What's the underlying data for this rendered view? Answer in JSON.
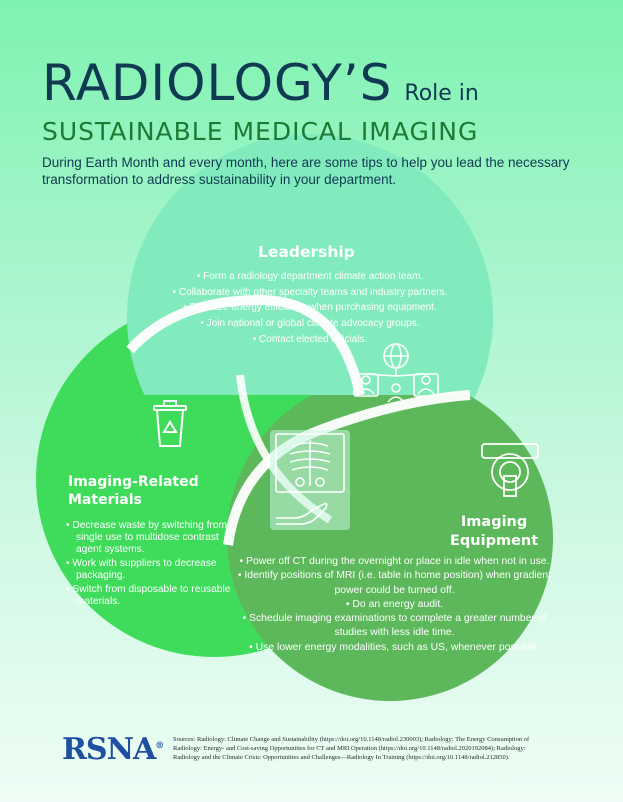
{
  "header": {
    "title_main": "RADIOLOGY’S",
    "title_small": "Role in",
    "subtitle": "SUSTAINABLE MEDICAL IMAGING",
    "intro": "During Earth Month and every month, here are some tips to help you lead the necessary transformation to address sustainability in your department."
  },
  "leadership": {
    "heading": "Leadership",
    "items": [
      "• Form a radiology department climate action team.",
      "• Collaborate with other specialty teams and industry partners.",
      "• Prioritize energy efficiency when purchasing equipment.",
      "• Join national or global climate advocacy groups.",
      "• Contact elected officials."
    ],
    "icon": "people-network-globe-icon"
  },
  "materials": {
    "heading_line1": "Imaging-Related",
    "heading_line2": "Materials",
    "items": [
      "• Decrease waste by switching from single use to multidose contrast agent systems.",
      "• Work with suppliers to decrease packaging.",
      "• Switch from disposable to reusable materials."
    ],
    "icon": "recycle-bin-icon"
  },
  "equipment": {
    "heading_line1": "Imaging",
    "heading_line2": "Equipment",
    "items": [
      "• Power off CT during the overnight or place in idle when not in use.",
      "• Identify positions of MRI (i.e. table in home position) when gradient power could be turned off.",
      "• Do an energy audit.",
      "• Schedule imaging examinations to complete a greater number of studies with less idle time.",
      "• Use lower energy modalities, such as US, whenever possible."
    ],
    "icon": "mri-scanner-icon"
  },
  "center_icon": "xray-hand-icon",
  "colors": {
    "leadership": "#7ee8b8",
    "materials": "#3fdc5a",
    "equipment": "#5cb85a",
    "title": "#0f3a52",
    "subtitle": "#1c7a34"
  },
  "footer": {
    "logo": "RSNA",
    "registered": "®",
    "sources": "Sources: Radiology: Climate Change and Sustainability (https://doi.org/10.1148/radiol.230003); Radiology: The Energy Consumption of Radiology: Energy- and Cost-saving Opportunities for CT and MRI Operation (https://doi.org/10.1148/radiol.2020192084); Radiology: Radiology and the Climate Crisis: Opportunities and Challenges—Radiology In Training (https://doi.org/10.1148/radiol.212850)."
  }
}
